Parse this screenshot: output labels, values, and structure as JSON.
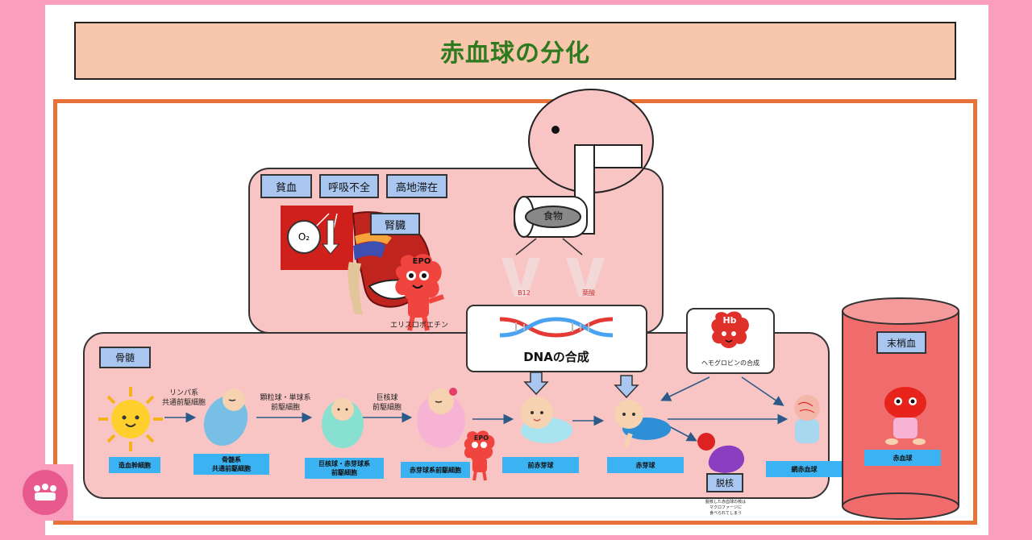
{
  "title": "赤血球の分化",
  "upper": {
    "causes": [
      "貧血",
      "呼吸不全",
      "高地滞在"
    ],
    "kidney_label": "腎臓",
    "o2": "O₂",
    "epo_badge": "EPO",
    "epo_caption": "エリスロポエチン",
    "food": "食物",
    "b12": "B12",
    "folate": "葉酸"
  },
  "marrow": {
    "label": "骨髄",
    "dna": "DNAの合成",
    "hb_badge": "Hb",
    "hb_caption": "ヘモグロビンの合成",
    "arrow_labels": [
      "リンパ系\n共通前駆細胞",
      "顆粒球・単球系\n前駆細胞",
      "巨核球\n前駆細胞"
    ],
    "stages": [
      "造血幹細胞",
      "骨髄系\n共通前駆細胞",
      "巨核球・赤芽球系\n前駆細胞",
      "赤芽球系前駆細胞",
      "前赤芽球",
      "赤芽球",
      "網赤血球"
    ],
    "epo_small": "EPO",
    "enucleation": "脱核",
    "enucleation_note": "脱核した赤血球の核は\nマクロファージに\n食べられてしまう"
  },
  "peripheral": {
    "label": "末梢血",
    "cell": "赤血球"
  },
  "colors": {
    "accent": "#e8723a",
    "title_bg": "#f7c6ad",
    "title_text": "#2e7a1f",
    "panel": "#f8c5c4",
    "label_box": "#a9c6f0",
    "caption": "#3bb2f2",
    "mascot": "#f0443e",
    "cylinder": "#f06b6b"
  }
}
